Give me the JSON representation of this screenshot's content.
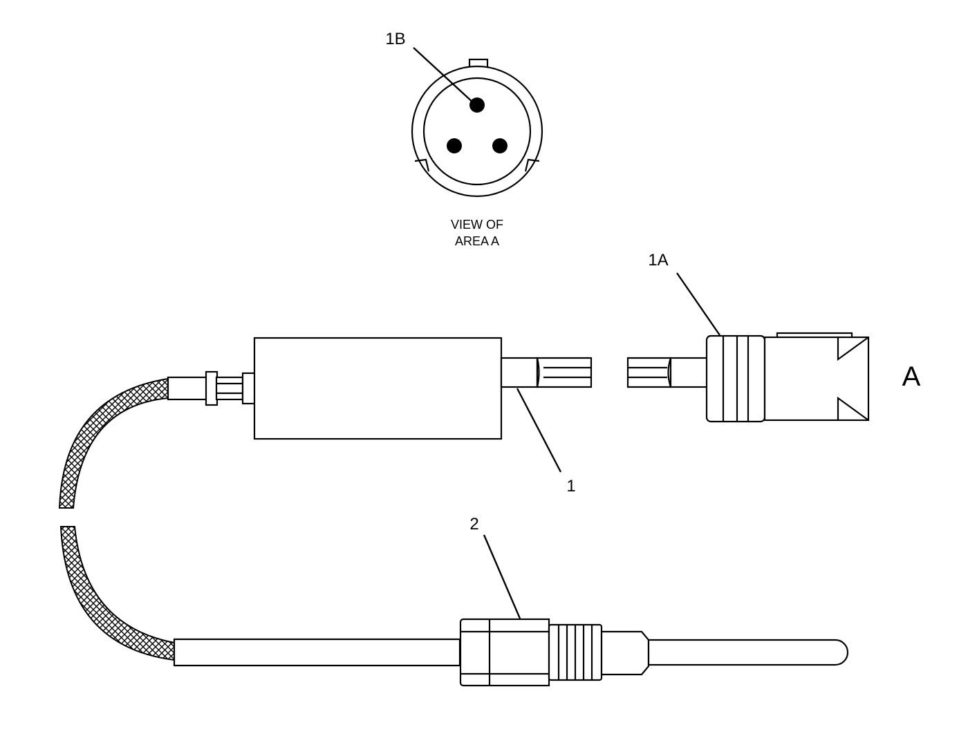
{
  "diagram": {
    "view_caption_line1": "VIEW OF",
    "view_caption_line2": "AREA A",
    "callouts": {
      "c1": "1",
      "c1a": "1A",
      "c1b": "1B",
      "c2": "2",
      "area": "A"
    },
    "colors": {
      "ink": "#000000",
      "paper": "#ffffff"
    }
  }
}
